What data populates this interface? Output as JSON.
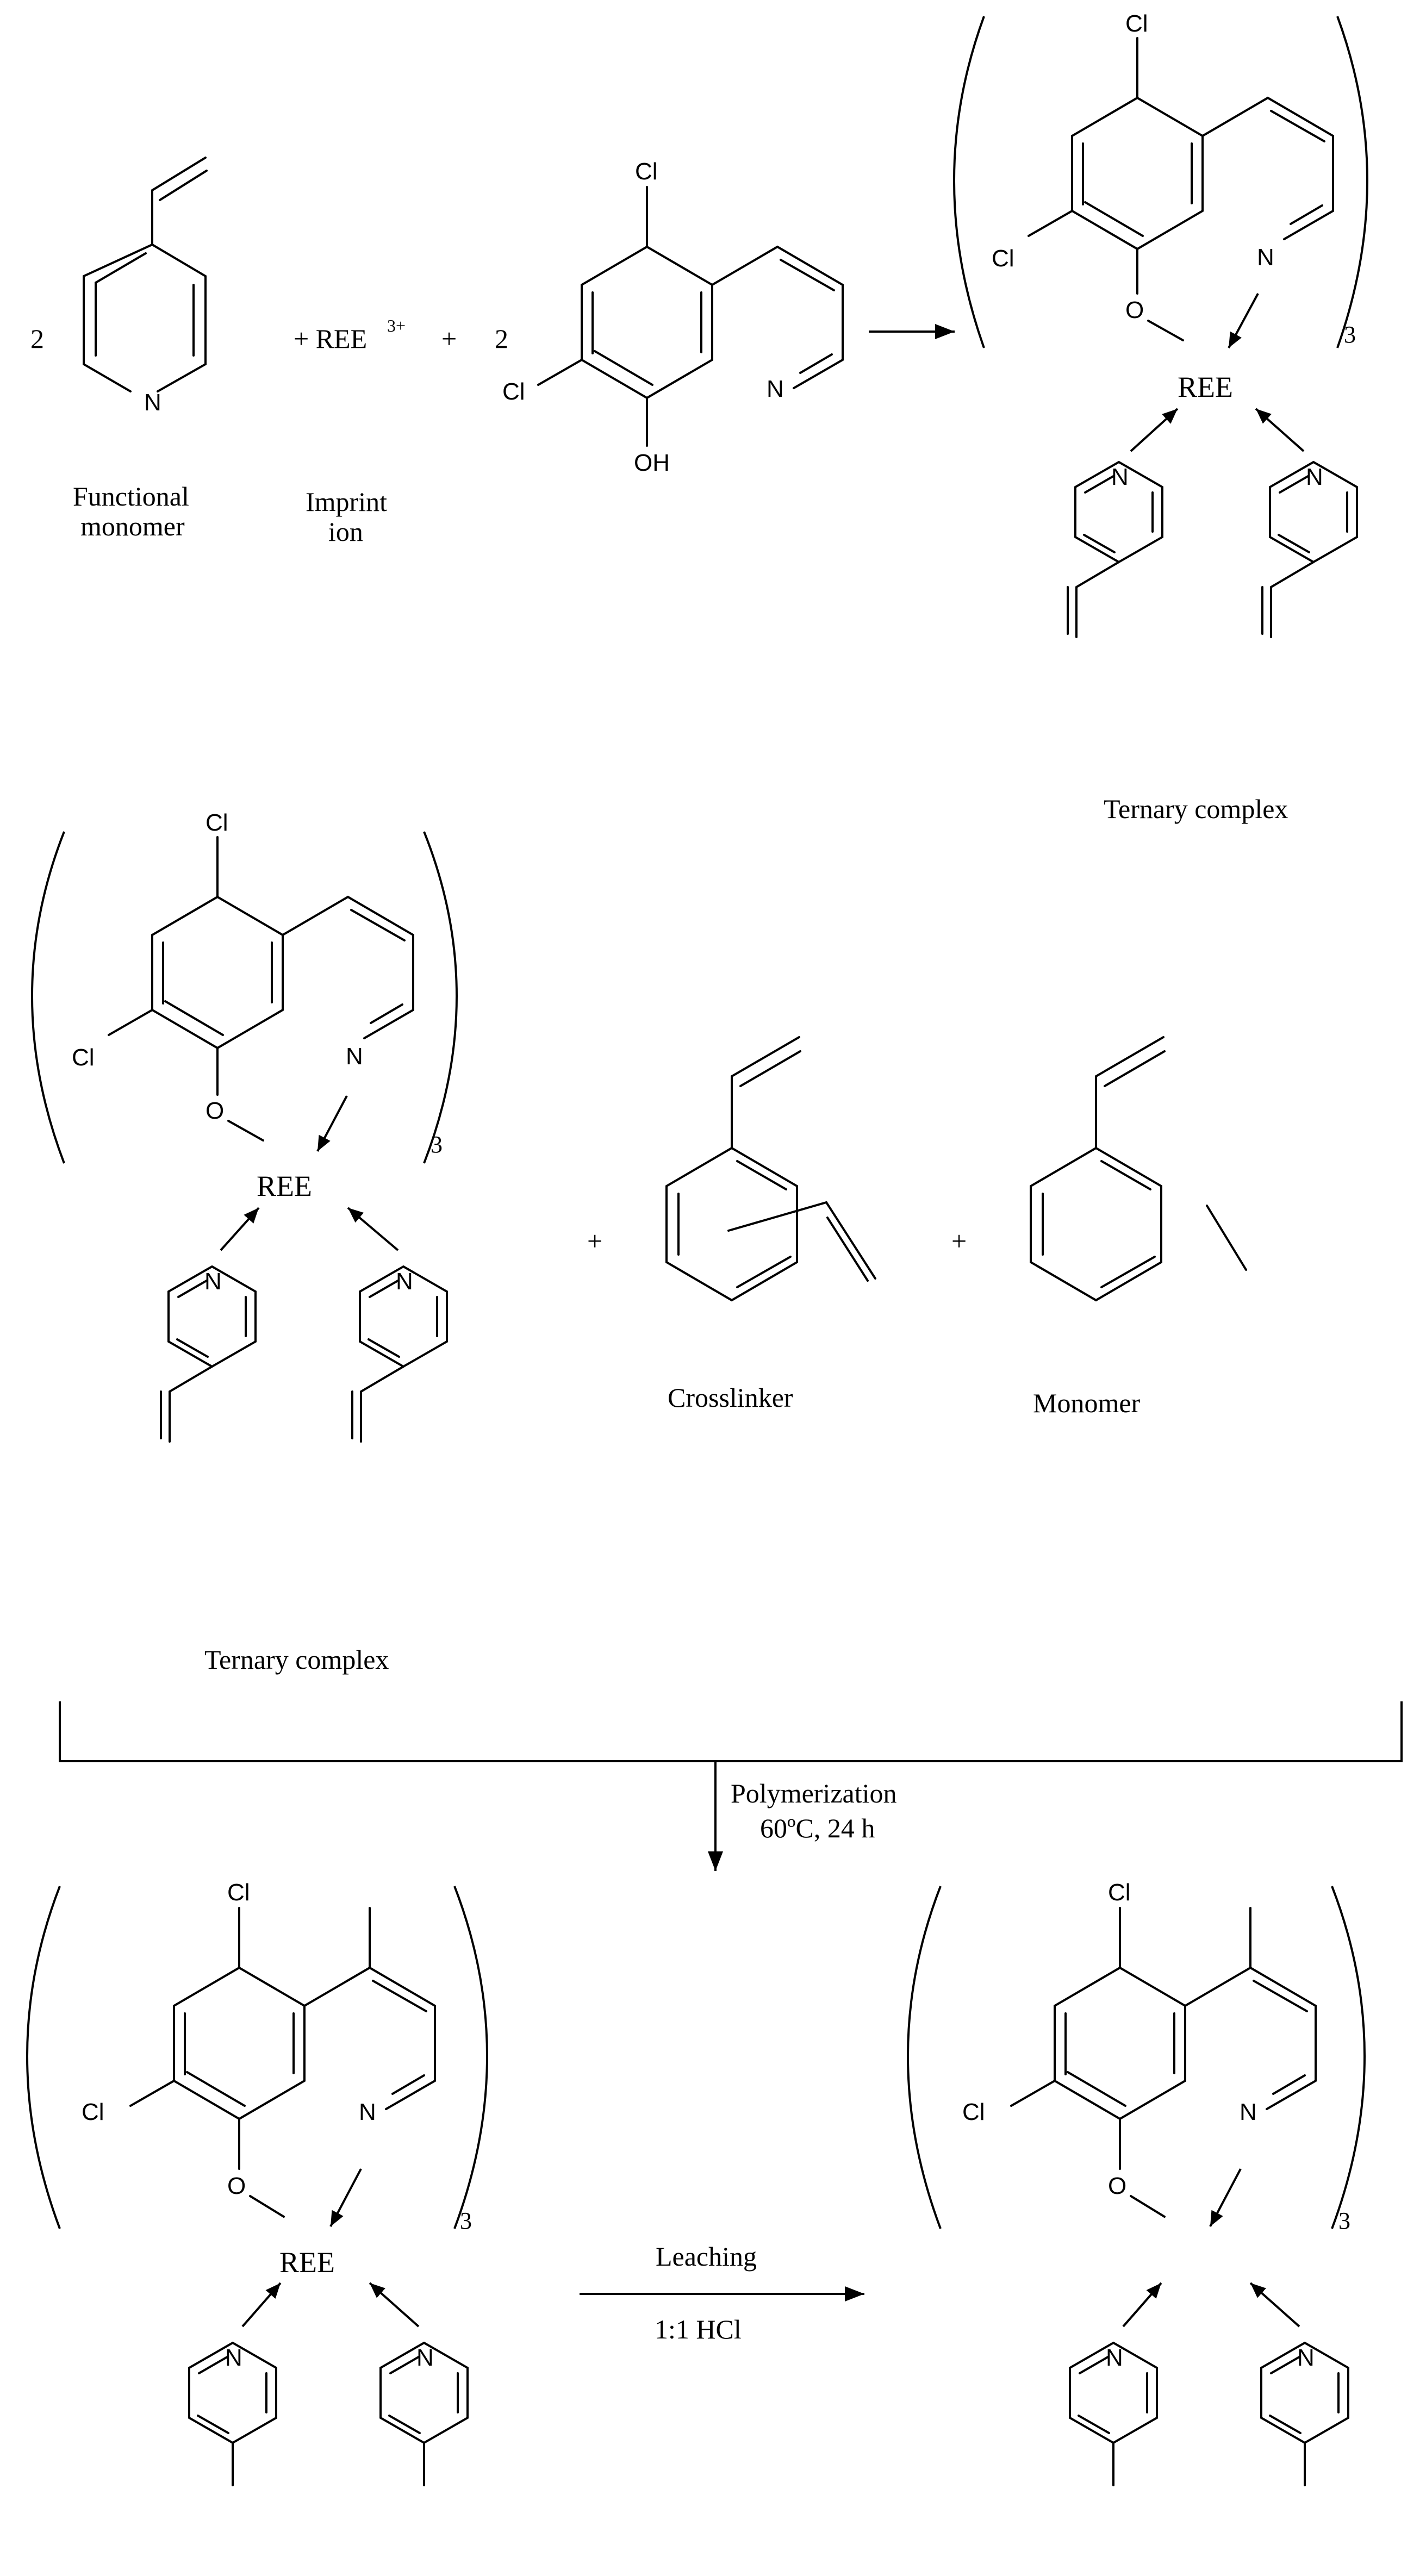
{
  "atoms": {
    "cl": "Cl",
    "n": "N",
    "o": "O",
    "oh": "OH",
    "ree": "REE"
  },
  "coefficients": {
    "two": "2",
    "three": "3"
  },
  "operators": {
    "plus": "+"
  },
  "reactants": {
    "imprint_ion_formula": "+ REE",
    "imprint_ion_charge": "3+"
  },
  "labels": {
    "functional_monomer_line1": "Functional",
    "functional_monomer_line2": "monomer",
    "imprint_ion_line1": "Imprint",
    "imprint_ion_line2": "ion",
    "ternary_complex": "Ternary complex",
    "crosslinker": "Crosslinker",
    "monomer": "Monomer"
  },
  "steps": {
    "polymerization": "Polymerization",
    "polymerization_conditions": "60ºC, 24 h",
    "leaching": "Leaching",
    "leaching_reagent": "1:1 HCl"
  }
}
